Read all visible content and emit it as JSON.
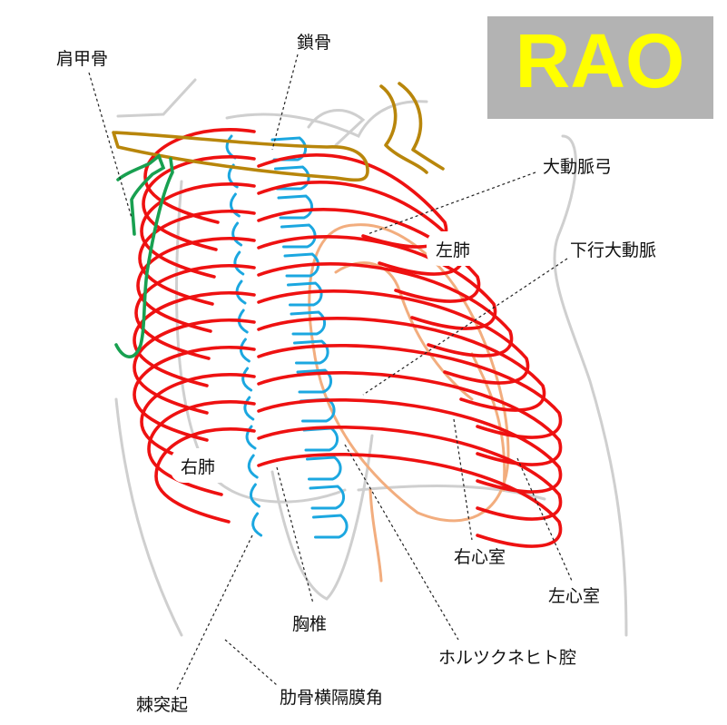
{
  "view": {
    "label": "RAO",
    "bg_color": "#b3b3b3",
    "text_color": "#ffff00"
  },
  "labels": {
    "scapula": "肩甲骨",
    "clavicle": "鎖骨",
    "aortic_arch": "大動脈弓",
    "left_lung": "左肺",
    "descending_aorta": "下行大動脈",
    "right_lung": "右肺",
    "right_ventricle": "右心室",
    "left_ventricle": "左心室",
    "vertebra": "胸椎",
    "holzknecht_space": "ホルツクネヒト腔",
    "spinous_process": "棘突起",
    "costophrenic_angle": "肋骨横隔膜角"
  },
  "colors": {
    "ribs": "#ee1111",
    "spine": "#1ba7e0",
    "clavicle": "#b8860b",
    "scapula": "#18a050",
    "heart": "#f2ad7e",
    "outline": "#cfcfcf",
    "leader": "#222222"
  }
}
